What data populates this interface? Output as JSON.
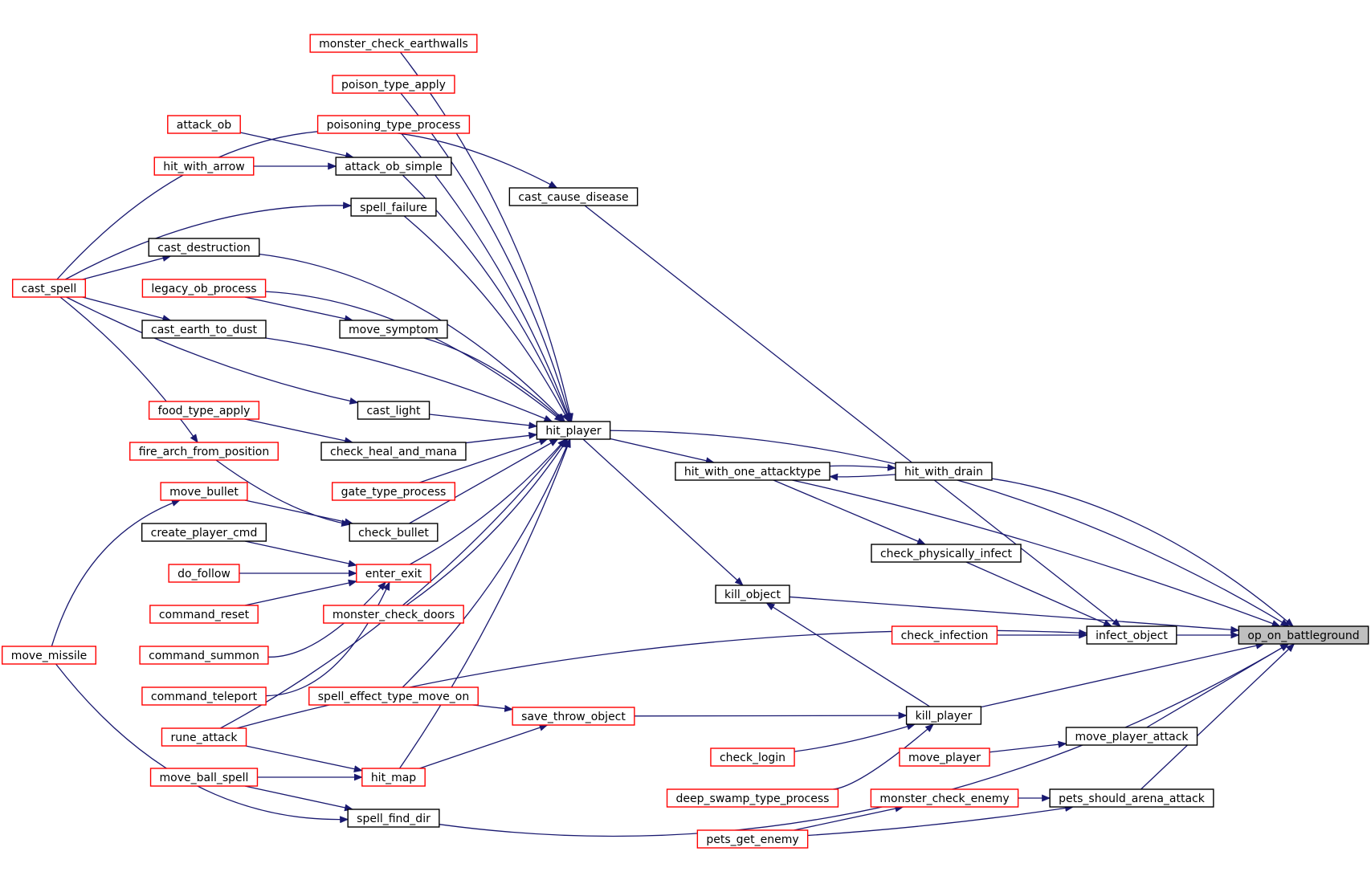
{
  "colors": {
    "edge": "#191970",
    "node_border_normal": "#000000",
    "node_border_truncated": "#ff0000",
    "root_fill": "#bfbfbf",
    "node_fill": "#ffffff"
  },
  "nodes": [
    {
      "id": "op_on_battleground",
      "label": "op_on_battleground",
      "style": "root"
    },
    {
      "id": "infect_object",
      "label": "infect_object",
      "style": "normal"
    },
    {
      "id": "hit_player",
      "label": "hit_player",
      "style": "normal"
    },
    {
      "id": "hit_with_one_attacktype",
      "label": "hit_with_one_attacktype",
      "style": "normal"
    },
    {
      "id": "hit_with_drain",
      "label": "hit_with_drain",
      "style": "normal"
    },
    {
      "id": "check_physically_infect",
      "label": "check_physically_infect",
      "style": "normal"
    },
    {
      "id": "kill_object",
      "label": "kill_object",
      "style": "normal"
    },
    {
      "id": "kill_player",
      "label": "kill_player",
      "style": "normal"
    },
    {
      "id": "move_player_attack",
      "label": "move_player_attack",
      "style": "normal"
    },
    {
      "id": "pets_should_arena_attack",
      "label": "pets_should_arena_attack",
      "style": "normal"
    },
    {
      "id": "cast_cause_disease",
      "label": "cast_cause_disease",
      "style": "normal"
    },
    {
      "id": "check_infection",
      "label": "check_infection",
      "style": "truncated"
    },
    {
      "id": "save_throw_object",
      "label": "save_throw_object",
      "style": "truncated"
    },
    {
      "id": "check_login",
      "label": "check_login",
      "style": "truncated"
    },
    {
      "id": "deep_swamp_type_process",
      "label": "deep_swamp_type_process",
      "style": "truncated"
    },
    {
      "id": "move_player",
      "label": "move_player",
      "style": "truncated"
    },
    {
      "id": "monster_check_enemy",
      "label": "monster_check_enemy",
      "style": "truncated"
    },
    {
      "id": "pets_get_enemy",
      "label": "pets_get_enemy",
      "style": "truncated"
    },
    {
      "id": "monster_check_earthwalls",
      "label": "monster_check_earthwalls",
      "style": "truncated"
    },
    {
      "id": "poison_type_apply",
      "label": "poison_type_apply",
      "style": "truncated"
    },
    {
      "id": "poisoning_type_process",
      "label": "poisoning_type_process",
      "style": "truncated"
    },
    {
      "id": "attack_ob_simple",
      "label": "attack_ob_simple",
      "style": "normal"
    },
    {
      "id": "spell_failure",
      "label": "spell_failure",
      "style": "normal"
    },
    {
      "id": "cast_destruction",
      "label": "cast_destruction",
      "style": "normal"
    },
    {
      "id": "legacy_ob_process",
      "label": "legacy_ob_process",
      "style": "truncated"
    },
    {
      "id": "move_symptom",
      "label": "move_symptom",
      "style": "normal"
    },
    {
      "id": "cast_earth_to_dust",
      "label": "cast_earth_to_dust",
      "style": "normal"
    },
    {
      "id": "cast_light",
      "label": "cast_light",
      "style": "normal"
    },
    {
      "id": "check_heal_and_mana",
      "label": "check_heal_and_mana",
      "style": "normal"
    },
    {
      "id": "gate_type_process",
      "label": "gate_type_process",
      "style": "truncated"
    },
    {
      "id": "check_bullet",
      "label": "check_bullet",
      "style": "normal"
    },
    {
      "id": "enter_exit",
      "label": "enter_exit",
      "style": "truncated"
    },
    {
      "id": "monster_check_doors",
      "label": "monster_check_doors",
      "style": "truncated"
    },
    {
      "id": "spell_effect_type_move_on",
      "label": "spell_effect_type_move_on",
      "style": "truncated"
    },
    {
      "id": "hit_map",
      "label": "hit_map",
      "style": "truncated"
    },
    {
      "id": "spell_find_dir",
      "label": "spell_find_dir",
      "style": "normal"
    },
    {
      "id": "attack_ob",
      "label": "attack_ob",
      "style": "truncated"
    },
    {
      "id": "hit_with_arrow",
      "label": "hit_with_arrow",
      "style": "truncated"
    },
    {
      "id": "cast_spell",
      "label": "cast_spell",
      "style": "truncated"
    },
    {
      "id": "food_type_apply",
      "label": "food_type_apply",
      "style": "truncated"
    },
    {
      "id": "fire_arch_from_position",
      "label": "fire_arch_from_position",
      "style": "truncated"
    },
    {
      "id": "move_bullet",
      "label": "move_bullet",
      "style": "truncated"
    },
    {
      "id": "create_player_cmd",
      "label": "create_player_cmd",
      "style": "normal"
    },
    {
      "id": "do_follow",
      "label": "do_follow",
      "style": "truncated"
    },
    {
      "id": "command_reset",
      "label": "command_reset",
      "style": "truncated"
    },
    {
      "id": "command_summon",
      "label": "command_summon",
      "style": "truncated"
    },
    {
      "id": "command_teleport",
      "label": "command_teleport",
      "style": "truncated"
    },
    {
      "id": "rune_attack",
      "label": "rune_attack",
      "style": "truncated"
    },
    {
      "id": "move_ball_spell",
      "label": "move_ball_spell",
      "style": "truncated"
    },
    {
      "id": "move_missile",
      "label": "move_missile",
      "style": "truncated"
    }
  ],
  "edges": [
    {
      "from": "infect_object",
      "to": "op_on_battleground"
    },
    {
      "from": "hit_player",
      "to": "op_on_battleground"
    },
    {
      "from": "hit_with_one_attacktype",
      "to": "op_on_battleground"
    },
    {
      "from": "hit_with_drain",
      "to": "op_on_battleground"
    },
    {
      "from": "kill_object",
      "to": "op_on_battleground"
    },
    {
      "from": "kill_player",
      "to": "op_on_battleground"
    },
    {
      "from": "move_player_attack",
      "to": "op_on_battleground"
    },
    {
      "from": "pets_should_arena_attack",
      "to": "op_on_battleground"
    },
    {
      "from": "spell_find_dir",
      "to": "op_on_battleground"
    },
    {
      "from": "check_physically_infect",
      "to": "infect_object"
    },
    {
      "from": "check_infection",
      "to": "infect_object"
    },
    {
      "from": "cast_cause_disease",
      "to": "infect_object"
    },
    {
      "from": "rune_attack",
      "to": "infect_object"
    },
    {
      "from": "hit_with_one_attacktype",
      "to": "check_physically_infect"
    },
    {
      "from": "hit_player",
      "to": "hit_with_one_attacktype"
    },
    {
      "from": "hit_with_drain",
      "to": "hit_with_one_attacktype"
    },
    {
      "from": "hit_with_one_attacktype",
      "to": "hit_with_drain"
    },
    {
      "from": "hit_player",
      "to": "kill_object"
    },
    {
      "from": "kill_player",
      "to": "kill_object"
    },
    {
      "from": "save_throw_object",
      "to": "kill_player"
    },
    {
      "from": "check_login",
      "to": "kill_player"
    },
    {
      "from": "deep_swamp_type_process",
      "to": "kill_player"
    },
    {
      "from": "move_player",
      "to": "move_player_attack"
    },
    {
      "from": "monster_check_enemy",
      "to": "pets_should_arena_attack"
    },
    {
      "from": "pets_get_enemy",
      "to": "pets_should_arena_attack"
    },
    {
      "from": "pets_get_enemy",
      "to": "monster_check_enemy"
    },
    {
      "from": "monster_check_earthwalls",
      "to": "hit_player"
    },
    {
      "from": "poison_type_apply",
      "to": "hit_player"
    },
    {
      "from": "poisoning_type_process",
      "to": "hit_player"
    },
    {
      "from": "attack_ob_simple",
      "to": "hit_player"
    },
    {
      "from": "spell_failure",
      "to": "hit_player"
    },
    {
      "from": "cast_destruction",
      "to": "hit_player"
    },
    {
      "from": "legacy_ob_process",
      "to": "hit_player"
    },
    {
      "from": "move_symptom",
      "to": "hit_player"
    },
    {
      "from": "cast_earth_to_dust",
      "to": "hit_player"
    },
    {
      "from": "cast_light",
      "to": "hit_player"
    },
    {
      "from": "check_heal_and_mana",
      "to": "hit_player"
    },
    {
      "from": "gate_type_process",
      "to": "hit_player"
    },
    {
      "from": "check_bullet",
      "to": "hit_player"
    },
    {
      "from": "enter_exit",
      "to": "hit_player"
    },
    {
      "from": "monster_check_doors",
      "to": "hit_player"
    },
    {
      "from": "spell_effect_type_move_on",
      "to": "hit_player"
    },
    {
      "from": "hit_map",
      "to": "hit_player"
    },
    {
      "from": "rune_attack",
      "to": "hit_player"
    },
    {
      "from": "cast_spell",
      "to": "cast_cause_disease"
    },
    {
      "from": "spell_effect_type_move_on",
      "to": "save_throw_object"
    },
    {
      "from": "hit_map",
      "to": "save_throw_object"
    },
    {
      "from": "attack_ob",
      "to": "attack_ob_simple"
    },
    {
      "from": "hit_with_arrow",
      "to": "attack_ob_simple"
    },
    {
      "from": "cast_spell",
      "to": "spell_failure"
    },
    {
      "from": "cast_spell",
      "to": "cast_destruction"
    },
    {
      "from": "cast_spell",
      "to": "cast_earth_to_dust"
    },
    {
      "from": "cast_spell",
      "to": "cast_light"
    },
    {
      "from": "cast_spell",
      "to": "fire_arch_from_position"
    },
    {
      "from": "legacy_ob_process",
      "to": "move_symptom"
    },
    {
      "from": "food_type_apply",
      "to": "check_heal_and_mana"
    },
    {
      "from": "fire_arch_from_position",
      "to": "check_bullet"
    },
    {
      "from": "move_bullet",
      "to": "check_bullet"
    },
    {
      "from": "move_missile",
      "to": "move_bullet"
    },
    {
      "from": "create_player_cmd",
      "to": "enter_exit"
    },
    {
      "from": "do_follow",
      "to": "enter_exit"
    },
    {
      "from": "command_reset",
      "to": "enter_exit"
    },
    {
      "from": "command_summon",
      "to": "enter_exit"
    },
    {
      "from": "command_teleport",
      "to": "enter_exit"
    },
    {
      "from": "rune_attack",
      "to": "hit_map"
    },
    {
      "from": "move_ball_spell",
      "to": "hit_map"
    },
    {
      "from": "move_ball_spell",
      "to": "spell_find_dir"
    },
    {
      "from": "move_missile",
      "to": "spell_find_dir"
    }
  ]
}
